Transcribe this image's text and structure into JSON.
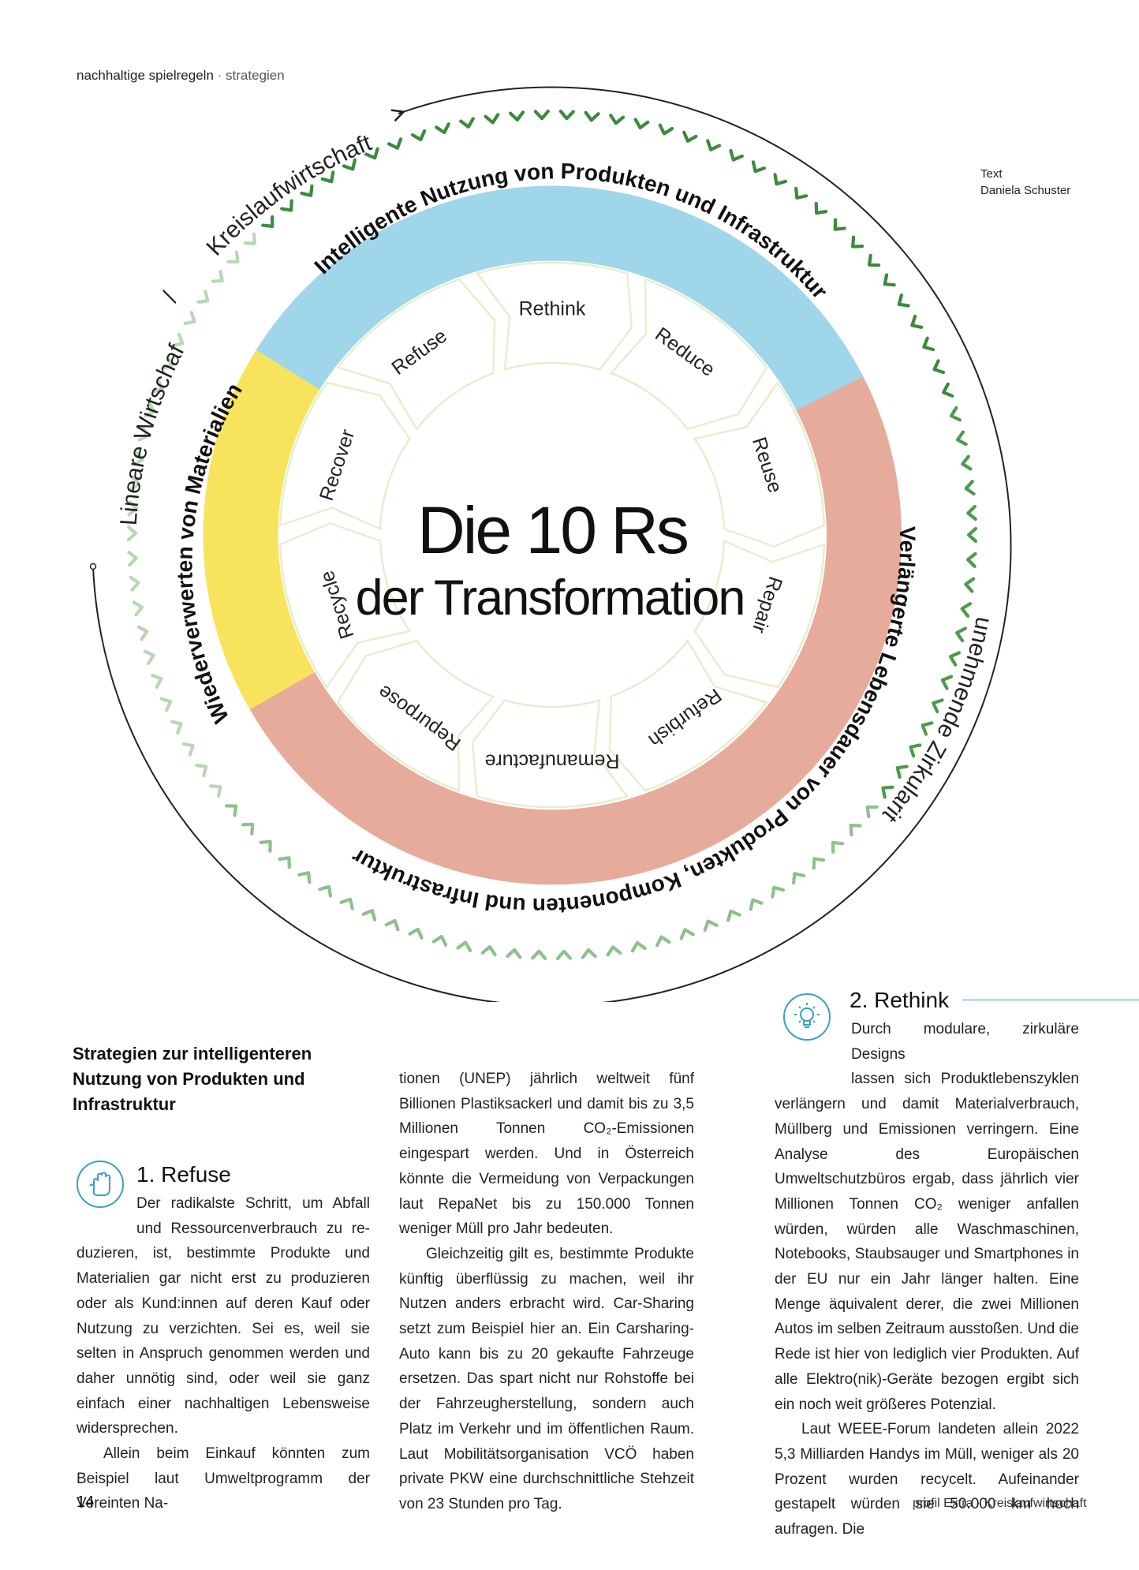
{
  "header": {
    "section": "nachhaltige spielregeln",
    "separator": "·",
    "subsection": "strategien"
  },
  "credit": {
    "label": "Text",
    "author": "Daniela Schuster"
  },
  "diagram": {
    "title_line1": "Die 10 Rs",
    "title_line2": "der Transformation",
    "outer_left_label": "Lineare Wirtschaft",
    "outer_slash": "/",
    "outer_top_label": "Kreislaufwirtschaft",
    "outer_right_label": "Zunehmende Zirkularität",
    "ring_blue_label": "Intelligente Nutzung von Produkten und Infrastruktur",
    "ring_red_label": "Verlängerte Lebensdauer von Produkten, Komponenten und Infrastruktur",
    "ring_yellow_label": "Wiederverwerten von Materialien",
    "colors": {
      "blue": "#9fd6ea",
      "red": "#e7ab9c",
      "yellow": "#f8e45c",
      "arrow_green": "#3c8a3c",
      "arrow_light": "#b6d8b2",
      "arrow_cream": "#e6eecd"
    },
    "strategies": [
      "Rethink",
      "Reduce",
      "Reuse",
      "Repair",
      "Refurbish",
      "Remanufacture",
      "Repurpose",
      "Recycle",
      "Recover",
      "Refuse"
    ]
  },
  "article": {
    "subhead": "Strategien zur intelligenteren Nutzung von Produkten und Infrastruktur",
    "col1": {
      "section1_title": "1. Refuse",
      "section1_icon": "hand-stop-icon",
      "p1_short": [
        "Der radikalste Schritt, um Abfall",
        "und Ressourcenverbrauch zu re-"
      ],
      "p1_rest": "duzieren, ist, bestimmte Produkte und Materialien gar nicht erst zu produzieren oder als Kund:innen auf deren Kauf oder Nutzung zu verzichten. Sei es, weil sie selten in Anspruch genommen werden und daher unnötig sind, oder weil sie ganz einfach einer nachhaltigen Lebensweise widersprechen.",
      "p2": "Allein beim Einkauf könnten zum Beispiel laut Umweltprogramm der Vereinten Na-"
    },
    "col2": {
      "p1": "tionen (UNEP) jährlich weltweit fünf Billionen Plastiksackerl und damit bis zu 3,5 Millionen Tonnen CO₂-Emissionen eingespart werden. Und in Österreich könnte die Vermeidung von Verpackungen laut RepaNet bis zu 150.000 Tonnen weniger Müll pro Jahr bedeuten.",
      "p2": "Gleichzeitig gilt es, bestimmte Produkte künftig überflüssig zu machen, weil ihr Nutzen anders erbracht wird. Car-Sharing setzt zum Beispiel hier an. Ein Carsharing-Auto kann bis zu 20 gekaufte Fahrzeuge ersetzen. Das spart nicht nur Rohstoffe bei der Fahrzeugherstellung, sondern auch Platz im Verkehr und im öffentlichen Raum. Laut Mobilitätsorganisation VCÖ haben private PKW eine durchschnittliche Stehzeit von 23 Stunden pro Tag."
    },
    "col3": {
      "section2_title": "2. Rethink",
      "section2_icon": "lightbulb-icon",
      "p1_short": [
        "Durch modulare, zirkuläre Designs",
        "lassen sich Produktlebenszyklen"
      ],
      "p1_rest": "verlängern und damit Materialverbrauch, Müllberg und Emissionen verringern. Eine Analyse des Europäischen Umweltschutzbüros ergab, dass jährlich vier Millionen Tonnen CO₂ weniger anfallen würden, würden alle Waschmaschinen, Notebooks, Staubsauger und Smartphones in der EU nur ein Jahr länger halten. Eine Menge äquivalent derer, die zwei Millionen Autos im selben Zeitraum ausstoßen. Und die Rede ist hier von lediglich vier Produkten. Auf alle Elektro(nik)-Geräte bezogen ergibt sich ein noch weit größeres Potenzial.",
      "p2": "Laut WEEE-Forum landeten allein 2022 5,3 Milliarden Handys im Müll, weniger als 20 Prozent wurden recycelt. Aufeinander gestapelt würden sie 50.000 km hoch aufragen. Die"
    }
  },
  "footer": {
    "page": "14",
    "publication": "profil Extra · Kreislaufwirtschaft"
  }
}
